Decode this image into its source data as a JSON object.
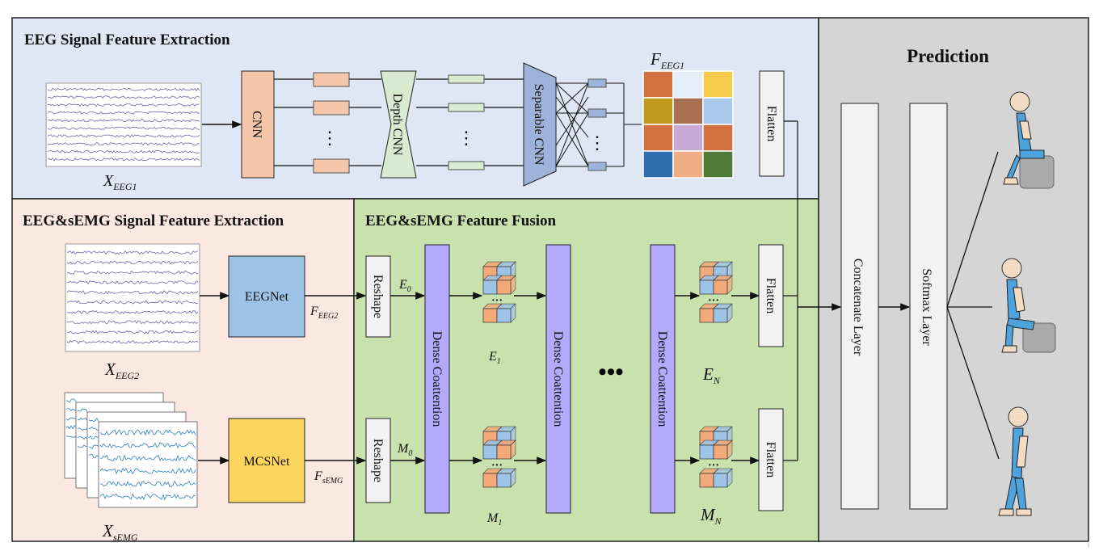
{
  "sections": {
    "eeg_title": "EEG Signal Feature Extraction",
    "eegsemg_title": "EEG&sEMG Signal Feature Extraction",
    "fusion_title": "EEG&sEMG Feature Fusion",
    "prediction_title": "Prediction"
  },
  "eeg_branch": {
    "cnn": "CNN",
    "depth_cnn": "Depth CNN",
    "separable_cnn": "Separable CNN",
    "flatten": "Flatten",
    "input_var": "X",
    "input_sub": "EEG1",
    "feature_var": "F",
    "feature_sub": "EEG1",
    "ellipsis": "⋮",
    "feature_map_colors": [
      "#d2713f",
      "#e3eef8",
      "#f6cc4c",
      "#bf9a1a",
      "#a87050",
      "#a9c9ea",
      "#d2713f",
      "#c9aad6",
      "#d2713f",
      "#2f6cb0",
      "#f1ad85",
      "#4e7a35"
    ]
  },
  "eegsemg_branch": {
    "eegnet": "EEGNet",
    "mcsnet": "MCSNet",
    "x_eeg2_var": "X",
    "x_eeg2_sub": "EEG2",
    "x_semg_var": "X",
    "x_semg_sub": "sEMG",
    "f_eeg2_var": "F",
    "f_eeg2_sub": "EEG2",
    "f_semg_var": "F",
    "f_semg_sub": "sEMG"
  },
  "fusion": {
    "reshape": "Reshape",
    "dense_coattention": "Dense Coattention",
    "flatten": "Flatten",
    "big_ellipsis": "•••",
    "small_ellipsis": "···",
    "e0_var": "E",
    "e0_sub": "0",
    "m0_var": "M",
    "m0_sub": "0",
    "e1_var": "E",
    "e1_sub": "1",
    "m1_var": "M",
    "m1_sub": "1",
    "en_var": "E",
    "en_sub": "N",
    "mn_var": "M",
    "mn_sub": "N"
  },
  "prediction": {
    "concatenate": "Concatenate Layer",
    "softmax": "Softmax Layer"
  },
  "colors": {
    "eeg_bg": "#dfe6f4",
    "eegsemg_bg": "#fbe9e1",
    "fusion_bg": "#c9e1ad",
    "prediction_bg": "#d5d5d5",
    "cnn_fill": "#f5c6a9",
    "depth_fill": "#d8ebd0",
    "separable_fill": "#9db3d9",
    "eegnet_fill": "#9dc3e6",
    "mcsnet_fill": "#fcd55e",
    "coattention_fill": "#b4aafc",
    "cube_orange": "#f4a978",
    "cube_blue": "#9dc3e6",
    "figure_blue": "#4da3dd"
  }
}
